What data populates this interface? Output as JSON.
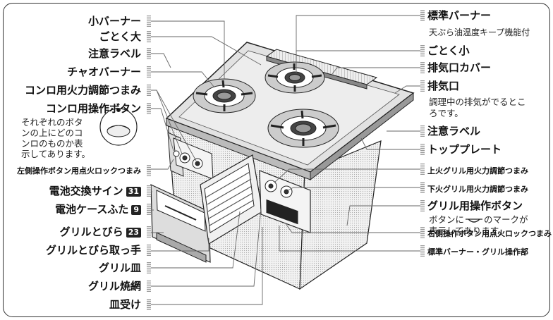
{
  "left_labels": [
    {
      "text": "小バーナー"
    },
    {
      "text": "ごとく大"
    },
    {
      "text": "注意ラベル"
    },
    {
      "text": "チャオバーナー"
    },
    {
      "text": "コンロ用火力調節つまみ"
    },
    {
      "text": "コンロ用操作ボタン"
    },
    {
      "text": "左側操作ボタン用点火ロックつまみ"
    },
    {
      "text": "電池交換サイン",
      "ref": "31"
    },
    {
      "text": "電池ケースふた",
      "ref": "9"
    },
    {
      "text": "グリルとびら",
      "ref": "23"
    },
    {
      "text": "グリルとびら取っ手"
    },
    {
      "text": "グリル皿"
    },
    {
      "text": "グリル焼網"
    },
    {
      "text": "皿受け"
    }
  ],
  "left_note": [
    "それぞれのボタ",
    "ンの上にどのコ",
    "ンロのものか表",
    "示してあります。"
  ],
  "right_labels": [
    {
      "text": "標準バーナー"
    },
    {
      "text": "ごとく小"
    },
    {
      "text": "排気口カバー"
    },
    {
      "text": "排気口"
    },
    {
      "text": "注意ラベル"
    },
    {
      "text": "トッププレート"
    },
    {
      "text": "上火グリル用火力調節つまみ"
    },
    {
      "text": "下火グリル用火力調節つまみ"
    },
    {
      "text": "グリル用操作ボタン"
    },
    {
      "text": "右側操作ボタン用点火ロックつまみ"
    },
    {
      "text": "標準バーナー・グリル操作部"
    }
  ],
  "right_notes": {
    "standard_burner": "天ぷら油温度キープ機能付",
    "exhaust": [
      "調理中の排気がでるとこ",
      "ろです。"
    ],
    "grill_button_a": "ボタンに",
    "grill_button_b": "のマークが",
    "grill_button_c": "表示してあります。"
  }
}
